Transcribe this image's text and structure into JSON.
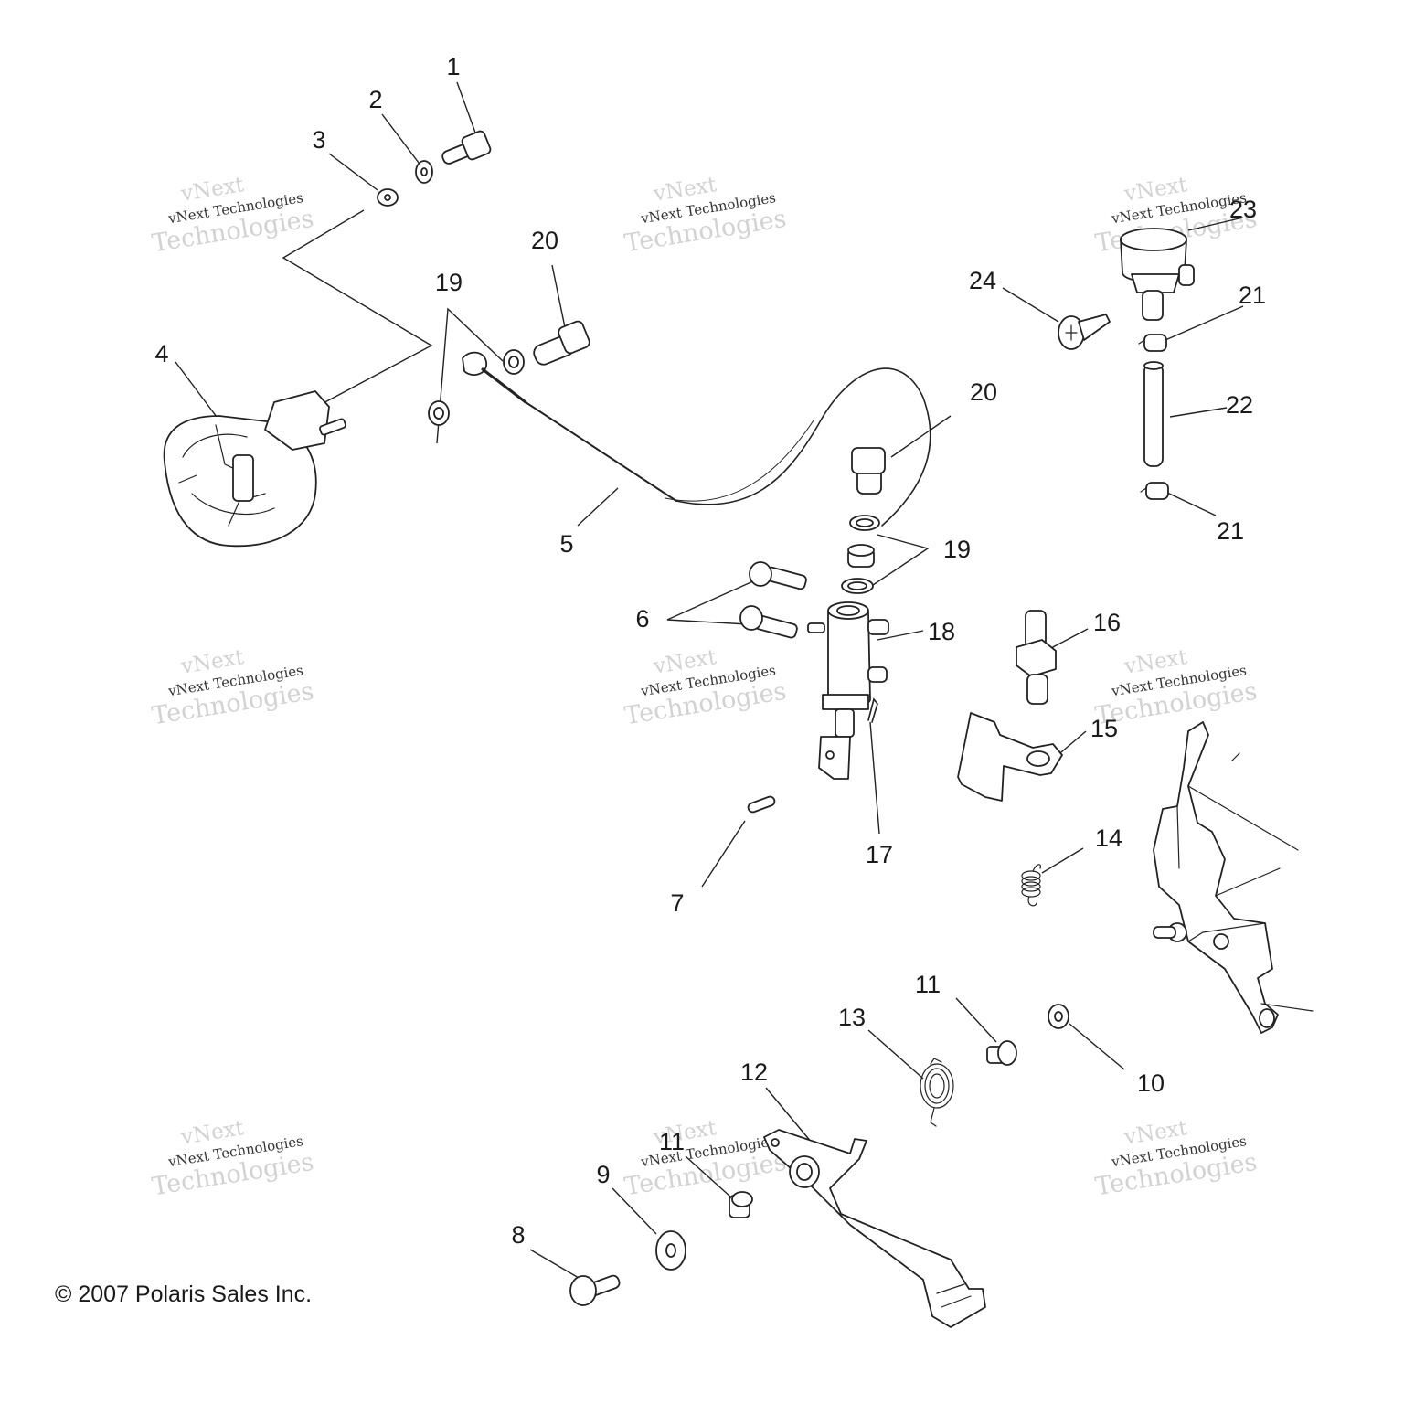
{
  "copyright": "© 2007 Polaris Sales Inc.",
  "watermark": {
    "line1": "vNext",
    "line2": "vNext Technologies",
    "line3": "Technologies"
  },
  "callouts": [
    "1",
    "2",
    "3",
    "4",
    "5",
    "6",
    "7",
    "8",
    "9",
    "10",
    "11",
    "12",
    "13",
    "14",
    "15",
    "16",
    "17",
    "18",
    "19",
    "20",
    "21",
    "22",
    "23",
    "24"
  ],
  "colors": {
    "line": "#222222",
    "watermark": "#d2d2d2",
    "background": "#ffffff"
  }
}
